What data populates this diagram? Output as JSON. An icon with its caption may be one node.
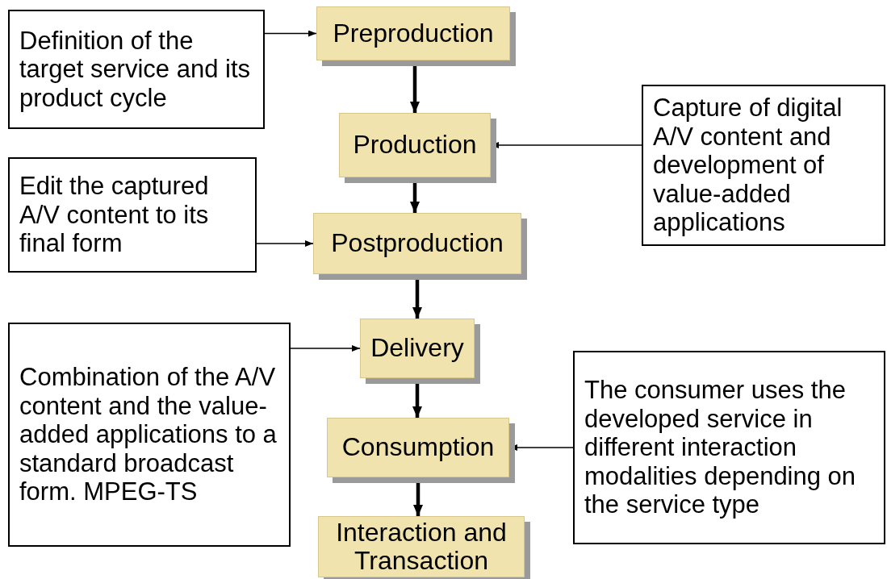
{
  "diagram": {
    "nodes": [
      {
        "text": [
          "Definition of the target service and its product cycle"
        ]
      },
      {
        "text": [
          "Preproduction"
        ]
      },
      {
        "text": [
          "Capture of digital A/V content and development of value-added applications"
        ]
      },
      {
        "text": [
          "Production"
        ]
      },
      {
        "text": [
          "Edit the captured A/V content to its final form"
        ]
      },
      {
        "text": [
          "Postproduction"
        ]
      },
      {
        "text": [
          "Combination of the A/V content and the value-added applications to a standard broadcast form. MPEG-TS"
        ]
      },
      {
        "text": [
          "Delivery"
        ]
      },
      {
        "text": [
          "The consumer uses the developed service in different interaction modalities depending on the service type"
        ]
      },
      {
        "text": [
          "Consumption"
        ]
      },
      {
        "text": [
          "Interaction and Transaction"
        ]
      }
    ],
    "edges": [
      {
        "from": 0,
        "to": 1,
        "arrow": "to"
      },
      {
        "from": 1,
        "to": 3,
        "arrow": "to",
        "style": "thick"
      },
      {
        "from": 2,
        "to": 3,
        "arrow": "to"
      },
      {
        "from": 3,
        "to": 5,
        "arrow": "to",
        "style": "thick"
      },
      {
        "from": 4,
        "to": 5,
        "arrow": "to"
      },
      {
        "from": 5,
        "to": 7,
        "arrow": "to",
        "style": "thick"
      },
      {
        "from": 6,
        "to": 7,
        "arrow": "to"
      },
      {
        "from": 7,
        "to": 9,
        "arrow": "to",
        "style": "thick"
      },
      {
        "from": 8,
        "to": 9,
        "arrow": "to"
      },
      {
        "from": 9,
        "to": 10,
        "arrow": "to",
        "style": "thick"
      }
    ]
  }
}
